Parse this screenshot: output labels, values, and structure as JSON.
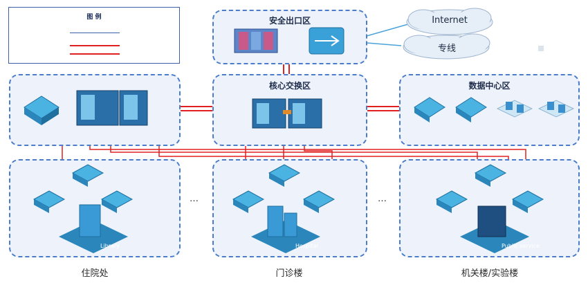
{
  "legend": {
    "title": "图 例"
  },
  "zones": {
    "security": "安全出口区",
    "core": "核心交换区",
    "datacenter": "数据中心区"
  },
  "clouds": {
    "internet": "Internet",
    "private_line": "专线"
  },
  "buildings": [
    "住院处",
    "门诊楼",
    "机关楼/实验楼"
  ],
  "ellipsis": "…",
  "building_tags": [
    "Library",
    "Hospital",
    "Public service"
  ],
  "colors": {
    "zone_border": "#4a7cc9",
    "link": "#e02020",
    "cloud_line": "#4aa3d8"
  }
}
